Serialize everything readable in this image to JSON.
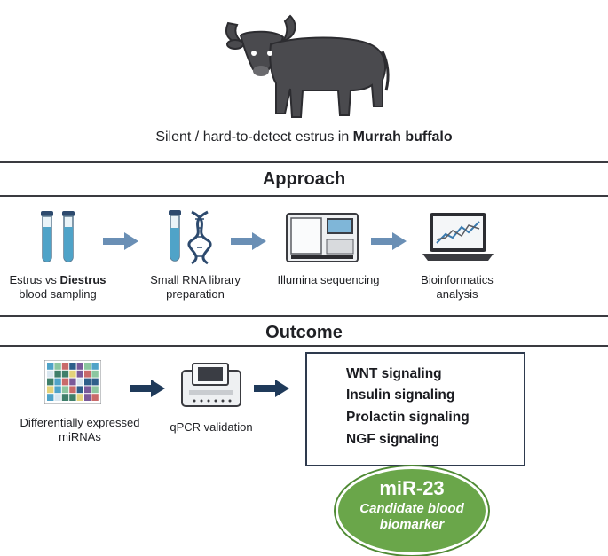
{
  "top": {
    "subtitle_pre": "Silent / hard-to-detect estrus in ",
    "subtitle_bold": "Murrah buffalo"
  },
  "approach": {
    "title": "Approach",
    "steps": [
      {
        "line1_pre": "Estrus vs ",
        "line1_bold": "Diestrus",
        "line2": "blood sampling",
        "icon": "test-tubes-icon"
      },
      {
        "line1": "Small RNA library",
        "line2": "preparation",
        "icon": "dna-tube-icon"
      },
      {
        "line1": "Illumina sequencing",
        "icon": "sequencer-icon"
      },
      {
        "line1": "Bioinformatics",
        "line2": "analysis",
        "icon": "laptop-chart-icon"
      }
    ]
  },
  "outcome": {
    "title": "Outcome",
    "steps": [
      {
        "line1": "Differentially expressed",
        "line2": "miRNAs",
        "icon": "heatmap-icon"
      },
      {
        "line1": "qPCR validation",
        "icon": "qpcr-machine-icon"
      }
    ],
    "pathways": [
      "WNT signaling",
      "Insulin signaling",
      "Prolactin signaling",
      "NGF signaling"
    ],
    "marker": {
      "name": "miR-23",
      "line1": "Candidate blood",
      "line2": "biomarker"
    }
  },
  "colors": {
    "arrow_light": "#6a8fb5",
    "arrow_dark": "#1f3a5a",
    "marker_green": "#6aa64a",
    "tube_blue": "#4fa3c8"
  }
}
